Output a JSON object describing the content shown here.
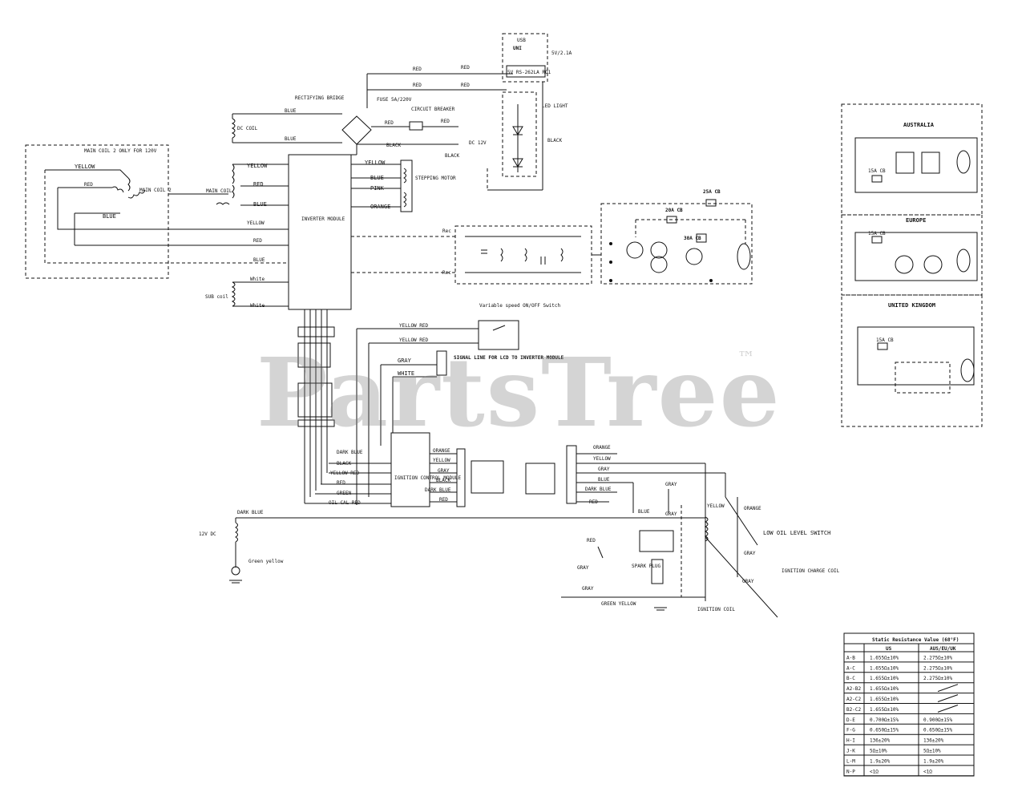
{
  "watermark": {
    "brand": "PartsTree",
    "mark": "™"
  },
  "usb": {
    "title": "USB",
    "brand": "UNI",
    "output": "5V/2.1A",
    "rating": "5V RS-262LA RO1"
  },
  "labels": {
    "red1": "RED",
    "red2": "RED",
    "red3": "RED",
    "red4": "RED",
    "rectifying_bridge": "RECTIFYING BRIDGE",
    "fuse": "FUSE 5A/220V",
    "circuit_breaker": "CIRCUIT BREAKER",
    "dc_coil": "DC COIL",
    "blue": "BLUE",
    "blue2": "BLUE",
    "red_cb": "RED",
    "dc12": "DC 12V",
    "black_cb": "BLACK",
    "black_w": "BLACK",
    "led_light": "LED LIGHT",
    "black_led": "BLACK",
    "main_coil2_title": "MAIN COIL 2 ONLY FOR 120V",
    "yellow_l": "YELLOW",
    "red_l": "RED",
    "blue_l": "BLUE",
    "main_coil2": "MAIN COIL 2",
    "main_coil": "MAIN COIL",
    "yellow_m": "YELLOW",
    "red_m": "RED",
    "blue_m": "BLUE",
    "yellow_m2": "YELLOW",
    "red_m2": "RED",
    "blue_m2": "BLUE",
    "white1": "White",
    "white2": "White",
    "sub_coil": "SUB coil",
    "inverter_module": "INVERTER MODULE",
    "yellow_s": "YELLOW",
    "blue_s": "BLUE",
    "pink_s": "PINK",
    "orange_s": "ORANGE",
    "stepping_motor": "STEPPING MOTOR",
    "rec1": "Rec",
    "rec2": "Rec",
    "variable_speed": "Variable speed ON/OFF Switch",
    "yellow_red1": "YELLOW RED",
    "yellow_red2": "YELLOW RED",
    "gray_sig": "GRAY",
    "white_sig": "WHITE",
    "signal_line": "SIGNAL LINE FOR LCD TO INVERTER MODULE",
    "dark_blue": "DARK BLUE",
    "black_i": "BLACK",
    "yellow_red_i": "YELLOW RED",
    "red_i": "RED",
    "green_i": "GREEN",
    "oil_red": "OIL CAL RED",
    "icm": "IGNITION CONTROL MODULE",
    "orange_i": "ORANGE",
    "yellow_i": "YELLOW",
    "gray_i": "GRAY",
    "black_i2": "BLACK",
    "dark_blue_i": "DARK BLUE",
    "red_i2": "RED",
    "orange_r": "ORANGE",
    "yellow_r": "YELLOW",
    "gray_r": "GRAY",
    "blue_r": "BLUE",
    "dark_blue_r": "DARK BLUE",
    "red_r": "RED",
    "gray_oil": "GRAY",
    "blue_oil": "BLUE",
    "gray_oil2": "GRAY",
    "yellow_ic": "YELLOW",
    "orange_ls": "ORANGE",
    "gray_ls": "GRAY",
    "low_oil": "LOW OIL LEVEL SWITCH",
    "gray_ls2": "GRAY",
    "ignition_charge_coil": "IGNITION CHARGE COIL",
    "spark_plug": "SPARK PLUG",
    "gray_sp": "GRAY",
    "gray_sp2": "GRAY",
    "red_sp": "RED",
    "green_yellow": "GREEN YELLOW",
    "ignition_coil": "IGNITION COIL",
    "dark_blue_g": "DARK BLUE",
    "idle_coil": "12V DC",
    "green_yellow_g": "Green yellow",
    "cb25": "25A CB",
    "cb20": "20A CB",
    "cb30": "30A CB",
    "cb15": "15A CB",
    "australia": "AUSTRALIA",
    "europe": "EUROPE",
    "uk": "UNITED KINGDOM",
    "cb_a": "15A CB",
    "cb_e": "15A CB",
    "cb_u": "15A CB"
  },
  "resistance_table": {
    "title": "Static Resistance Value (68°F)",
    "headers": [
      "",
      "US",
      "AUS/EU/UK"
    ],
    "rows": [
      [
        "A-B",
        "1.655Ω±10%",
        "2.275Ω±10%"
      ],
      [
        "A-C",
        "1.655Ω±10%",
        "2.275Ω±10%"
      ],
      [
        "B-C",
        "1.655Ω±10%",
        "2.275Ω±10%"
      ],
      [
        "A2-B2",
        "1.655Ω±10%",
        ""
      ],
      [
        "A2-C2",
        "1.655Ω±10%",
        ""
      ],
      [
        "B2-C2",
        "1.655Ω±10%",
        ""
      ],
      [
        "D-E",
        "0.700Ω±15%",
        "0.900Ω±15%"
      ],
      [
        "F-G",
        "0.650Ω±15%",
        "0.650Ω±15%"
      ],
      [
        "H-I",
        "136±20%",
        "136±20%"
      ],
      [
        "J-K",
        "5Ω±10%",
        "5Ω±10%"
      ],
      [
        "L-M",
        "1.9±20%",
        "1.9±20%"
      ],
      [
        "N-P",
        "<1Ω",
        "<1Ω"
      ]
    ]
  }
}
